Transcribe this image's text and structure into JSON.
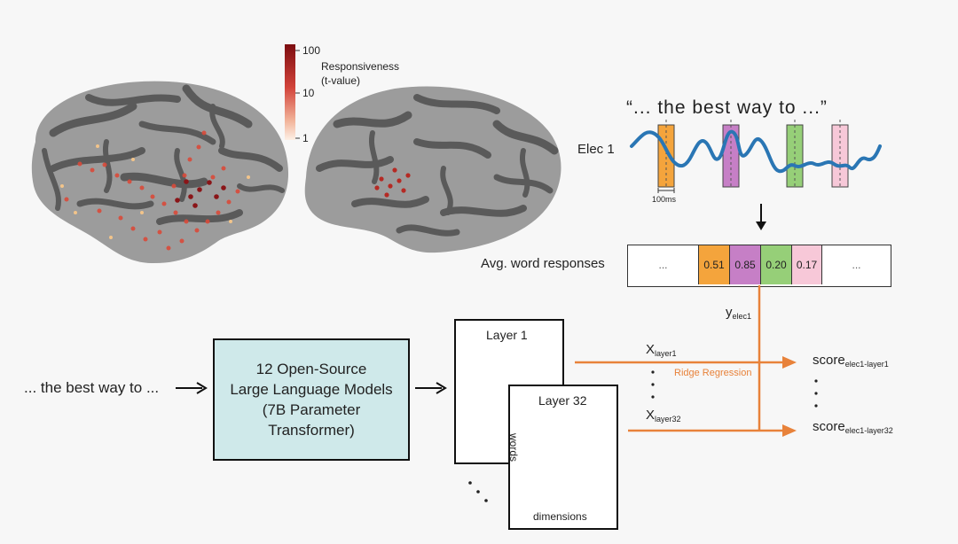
{
  "colorbar": {
    "ticks": [
      "100",
      "10",
      "1"
    ],
    "label_line1": "Responsiveness",
    "label_line2": "(t-value)"
  },
  "sentence": {
    "quoted": "“... the  best  way  to  ...”",
    "input": "... the best way to ..."
  },
  "electrode": {
    "name": "Elec 1",
    "time_scale": "100ms"
  },
  "word_responses": {
    "label": "Avg. word responses",
    "ellipsis_left": "...",
    "ellipsis_right": "...",
    "values": [
      "0.51",
      "0.85",
      "0.20",
      "0.17"
    ],
    "colors": [
      "#f4a43c",
      "#c67fc6",
      "#96cf78",
      "#f7c8d8"
    ]
  },
  "llm": {
    "line1": "12 Open-Source",
    "line2": "Large Language Models",
    "line3": "(7B Parameter",
    "line4": "Transformer)"
  },
  "layers": {
    "first": "Layer 1",
    "last": "Layer 32",
    "axis_words": "words",
    "axis_dims": "dimensions"
  },
  "regression": {
    "y_main": "y",
    "y_sub": "elec1",
    "x1_main": "X",
    "x1_sub": "layer1",
    "x2_main": "X",
    "x2_sub": "layer32",
    "method": "Ridge Regression",
    "score1_main": "score",
    "score1_sub": "elec1-layer1",
    "score2_main": "score",
    "score2_sub": "elec1-layer32"
  },
  "accent_color": "#e8823a"
}
